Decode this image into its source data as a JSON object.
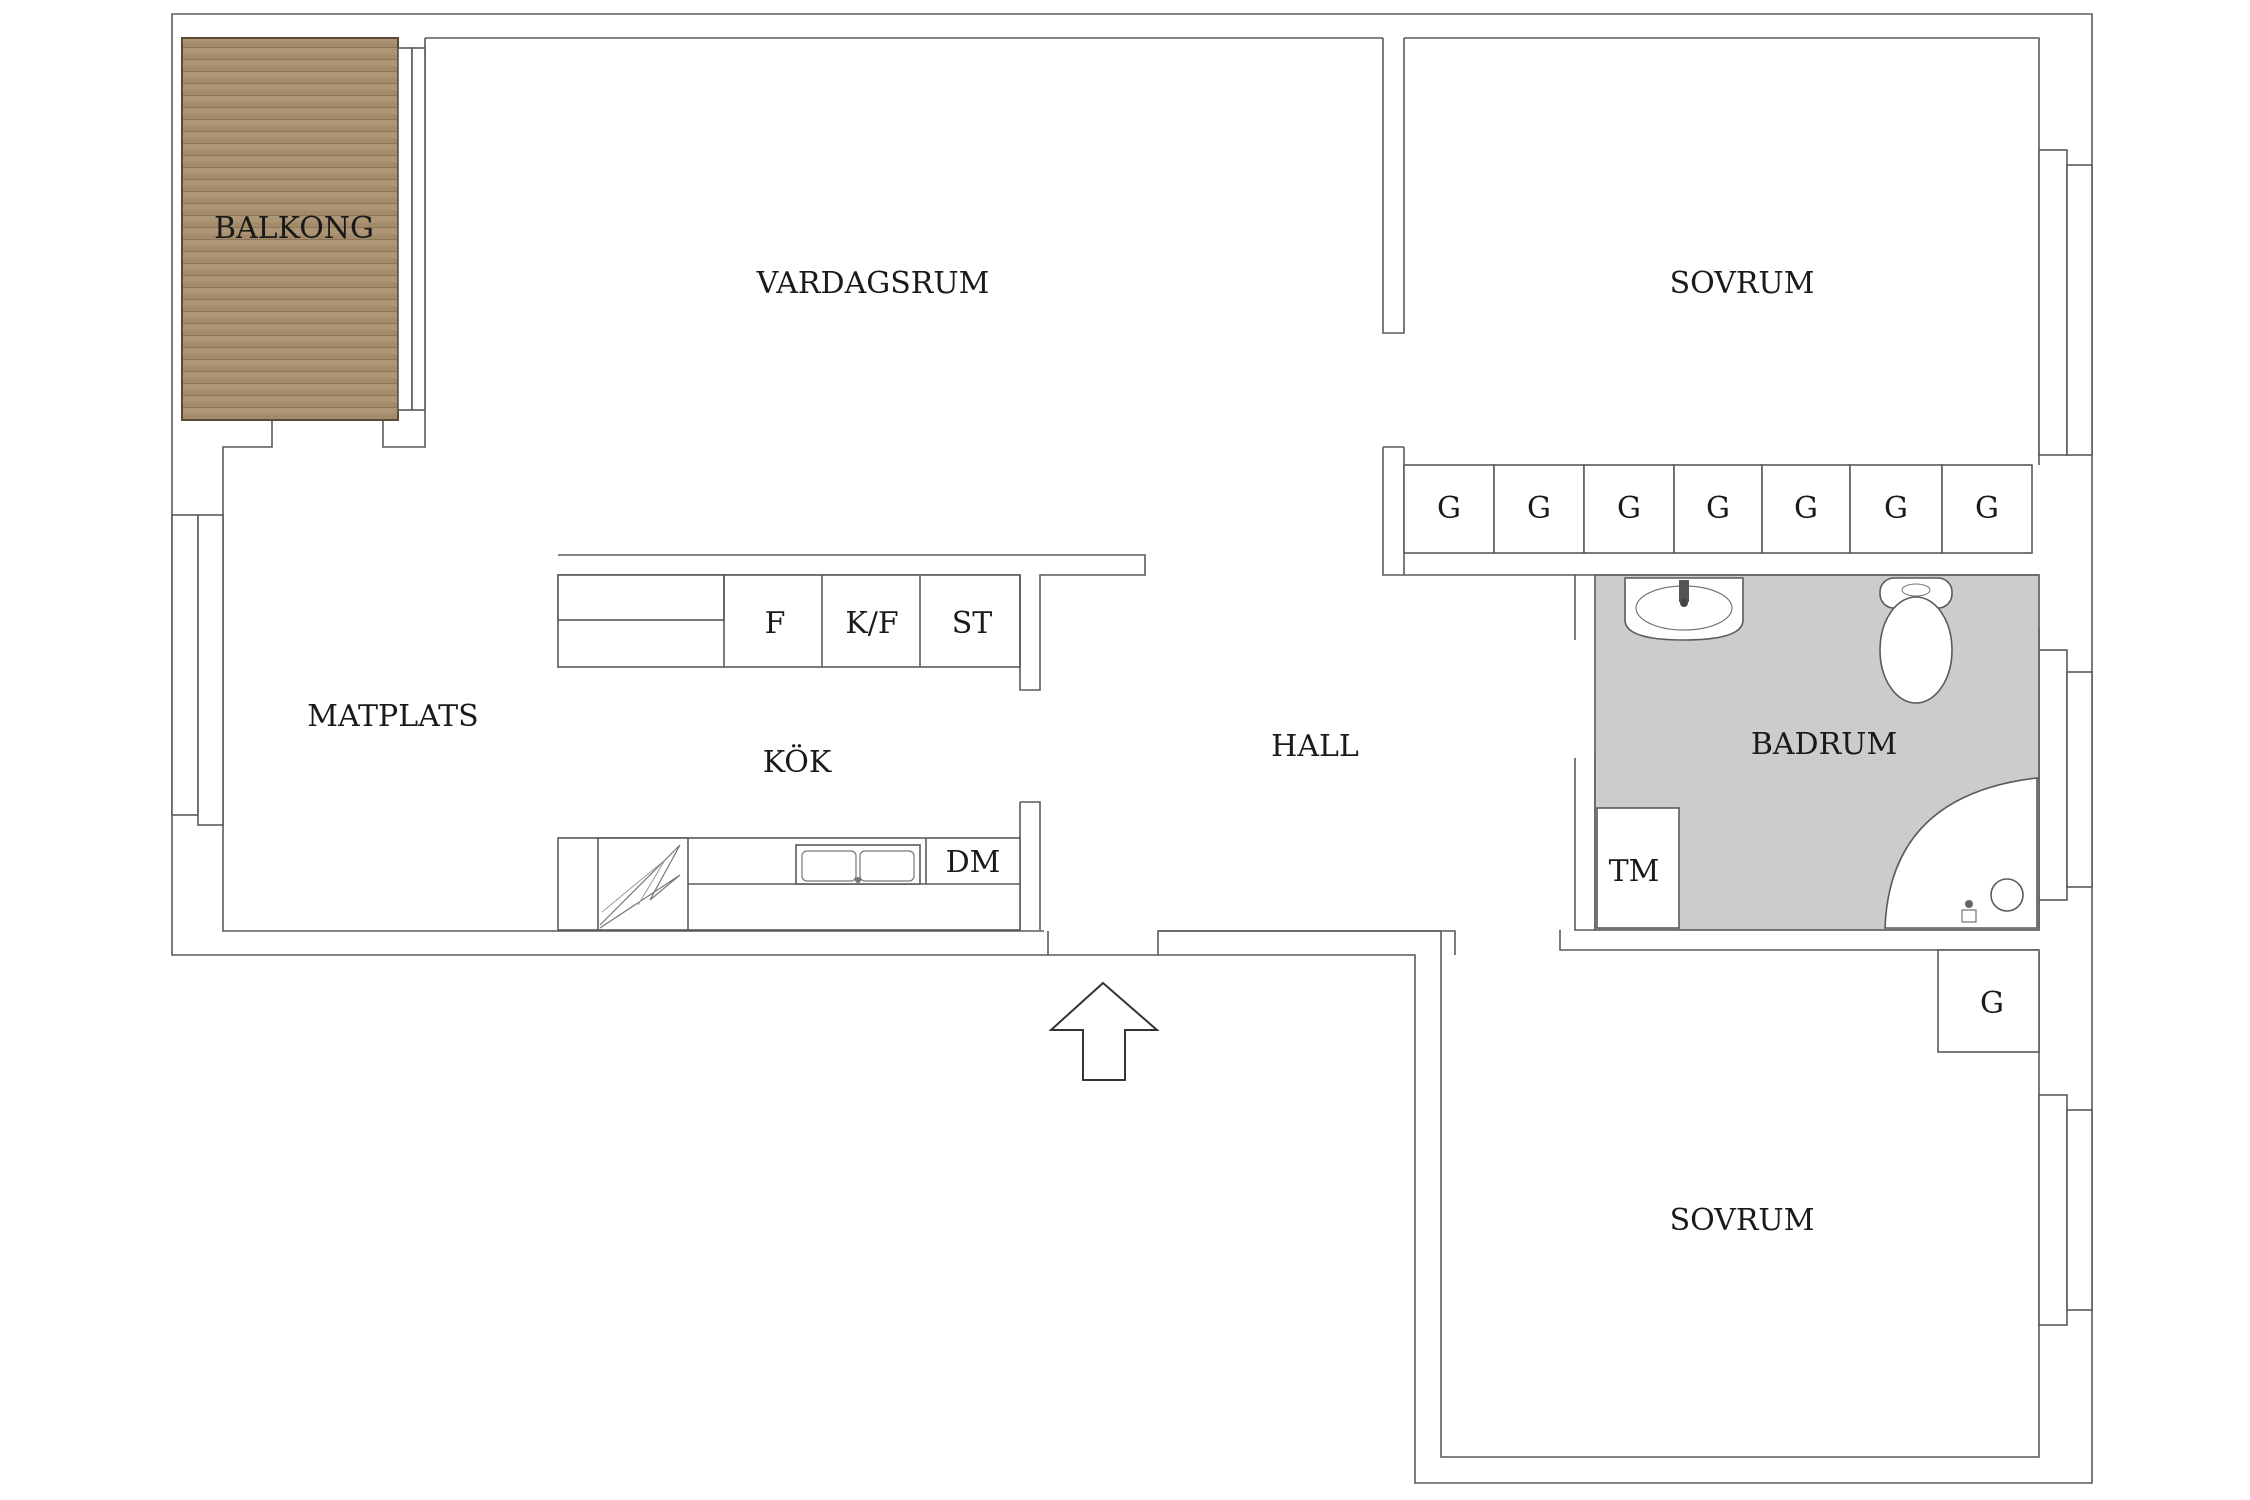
{
  "rooms": {
    "balkong": "BALKONG",
    "vardagsrum": "VARDAGSRUM",
    "sovrum_top": "SOVRUM",
    "matplats": "MATPLATS",
    "kok": "KÖK",
    "hall": "HALL",
    "badrum": "BADRUM",
    "sovrum_bottom": "SOVRUM"
  },
  "fixtures": {
    "f": "F",
    "kf": "K/F",
    "st": "ST",
    "dm": "DM",
    "tm": "TM"
  },
  "closets": [
    "G",
    "G",
    "G",
    "G",
    "G",
    "G",
    "G"
  ],
  "closet_bottom": "G",
  "colors": {
    "wall": "#3a3a3a",
    "bathroom_floor": "#cccccc",
    "balcony_wood": "#a08868"
  },
  "icons": {
    "entrance": "entrance-arrow-icon",
    "sink": "washbasin-icon",
    "toilet": "toilet-icon",
    "shower": "corner-shower-icon",
    "stove": "stove-icon",
    "kitchen_sink": "kitchen-sink-icon"
  }
}
